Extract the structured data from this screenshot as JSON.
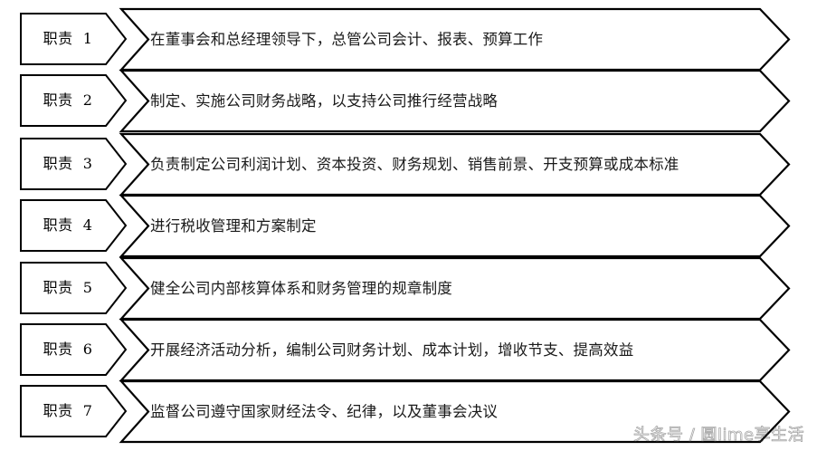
{
  "diagram": {
    "kind": "chevron-list",
    "colors": {
      "stroke": "#000000",
      "fill": "#ffffff",
      "text": "#1a1a1a",
      "background": "#ffffff"
    },
    "rows": [
      {
        "label_prefix": "职责",
        "label_number": "1",
        "label": "职责  1",
        "text": "在董事会和总经理领导下，总管公司会计、报表、预算工作"
      },
      {
        "label_prefix": "职责",
        "label_number": "2",
        "label": "职责  2",
        "text": "制定、实施公司财务战略，以支持公司推行经营战略"
      },
      {
        "label_prefix": "职责",
        "label_number": "3",
        "label": "职责  3",
        "text": "负责制定公司利润计划、资本投资、财务规划、销售前景、开支预算或成本标准"
      },
      {
        "label_prefix": "职责",
        "label_number": "4",
        "label": "职责  4",
        "text": "进行税收管理和方案制定"
      },
      {
        "label_prefix": "职责",
        "label_number": "5",
        "label": "职责  5",
        "text": "健全公司内部核算体系和财务管理的规章制度"
      },
      {
        "label_prefix": "职责",
        "label_number": "6",
        "label": "职责  6",
        "text": "开展经济活动分析，编制公司财务计划、成本计划，增收节支、提高效益"
      },
      {
        "label_prefix": "职责",
        "label_number": "7",
        "label": "职责  7",
        "text": "监督公司遵守国家财经法令、纪律，以及董事会决议"
      }
    ]
  },
  "watermark": {
    "left": "头条号",
    "separator": "/",
    "right": "圆lime享生活",
    "full": "头条号 / 圆lime享生活"
  }
}
